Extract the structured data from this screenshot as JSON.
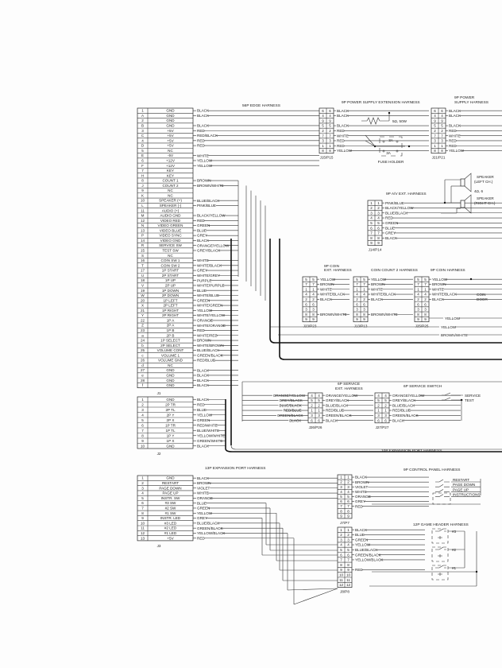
{
  "edge_harness": {
    "title": "56P EDGE HARNESS",
    "label": "J1",
    "rows": [
      [
        "1",
        "GND",
        "BLACK"
      ],
      [
        "A",
        "GND",
        "BLACK"
      ],
      [
        "2",
        "GND",
        ""
      ],
      [
        "B",
        "GND",
        "BLACK"
      ],
      [
        "3",
        "+5V",
        "RED"
      ],
      [
        "C",
        "+5V",
        "RED/BLACK"
      ],
      [
        "4",
        "+5V",
        "RED"
      ],
      [
        "D",
        "+5V",
        "RED"
      ],
      [
        "5",
        "NC",
        ""
      ],
      [
        "E",
        "-5V",
        "WHITE"
      ],
      [
        "6",
        "+12V",
        "YELLOW"
      ],
      [
        "F",
        "+12V",
        "YELLOW"
      ],
      [
        "7",
        "KEY",
        ""
      ],
      [
        "H",
        "KEY",
        ""
      ],
      [
        "8",
        "COUNT 1",
        "BROWN"
      ],
      [
        "J",
        "COUNT 2",
        "BROWN/WHITE"
      ],
      [
        "9",
        "NC",
        ""
      ],
      [
        "K",
        "NC",
        ""
      ],
      [
        "10",
        "SPEAKER (+)",
        "BLUE/BLACK"
      ],
      [
        "L",
        "SPEAKER (-)",
        "PINK/BLUE"
      ],
      [
        "11",
        "AUDIO (+)",
        ""
      ],
      [
        "M",
        "AUDIO GND",
        "BLACK/YELLOW"
      ],
      [
        "12",
        "VIDEO RED",
        "RED"
      ],
      [
        "N",
        "VIDEO GREEN",
        "GREEN"
      ],
      [
        "13",
        "VIDEO BLUE",
        "BLUE"
      ],
      [
        "P",
        "VIDEO SYNC",
        "GREY"
      ],
      [
        "14",
        "VIDEO GND",
        "BLACK"
      ],
      [
        "R",
        "SERVICE SW",
        "ORANGE/YELLOW"
      ],
      [
        "15",
        "TEST SW",
        "GREY/BLACK"
      ],
      [
        "S",
        "NC",
        ""
      ],
      [
        "16",
        "COIN SW 1",
        "WHITE"
      ],
      [
        "T",
        "COIN SW 2",
        "WHITE/BLACK"
      ],
      [
        "17",
        "1P START",
        "GREY"
      ],
      [
        "U",
        "2P START",
        "WHITE/GREY"
      ],
      [
        "18",
        "1P UP",
        "PURPLE"
      ],
      [
        "V",
        "2P UP",
        "WHITE/PURPLE"
      ],
      [
        "19",
        "1P DOWN",
        "BLUE"
      ],
      [
        "W",
        "2P DOWN",
        "WHITE/BLUE"
      ],
      [
        "20",
        "1P LEFT",
        "GREEN"
      ],
      [
        "X",
        "2P LEFT",
        "WHITE/GREEN"
      ],
      [
        "21",
        "1P RIGHT",
        "YELLOW"
      ],
      [
        "Y",
        "2P RIGHT",
        "WHITE/YELLOW"
      ],
      [
        "22",
        "1P A",
        "ORANGE"
      ],
      [
        "Z",
        "2P A",
        "WHITE/ORANGE"
      ],
      [
        "23",
        "1P B",
        "RED"
      ],
      [
        "a",
        "2P B",
        "WHITE/RED"
      ],
      [
        "24",
        "1P SELECT",
        "BROWN"
      ],
      [
        "b",
        "2P SELECT",
        "WHITE/BROWN"
      ],
      [
        "25",
        "VOLUME CONT",
        "BLUE/BLACK"
      ],
      [
        "c",
        "VOLUME 1",
        "GREEN/BLACK"
      ],
      [
        "26",
        "VOLUME GND",
        "RED/BLUE"
      ],
      [
        "d",
        "NC",
        ""
      ],
      [
        "27",
        "GND",
        "BLACK"
      ],
      [
        "e",
        "GND",
        "BLACK"
      ],
      [
        "28",
        "GND",
        "BLACK"
      ],
      [
        "f",
        "GND",
        "BLACK"
      ]
    ]
  },
  "j2": {
    "label": "J2",
    "rows": [
      [
        "1",
        "GND",
        "BLACK"
      ],
      [
        "2",
        "2P TR",
        "RED"
      ],
      [
        "3",
        "2P TL",
        "BLUE"
      ],
      [
        "4",
        "2P Y",
        "YELLOW"
      ],
      [
        "5",
        "2P X",
        "GREEN"
      ],
      [
        "6",
        "1P TR",
        "RED/WHITE"
      ],
      [
        "7",
        "1P TL",
        "BLUE/WHITE"
      ],
      [
        "8",
        "1P Y",
        "YELLOW/WHITE"
      ],
      [
        "9",
        "1P X",
        "GREEN/WHITE"
      ],
      [
        "10",
        "GND",
        "BLACK"
      ]
    ]
  },
  "j3": {
    "title": "13P EXPANSION PORT HARNESS",
    "label": "J3",
    "rows": [
      [
        "1",
        "GND",
        "BLACK"
      ],
      [
        "2",
        "RESTART",
        "BROWN"
      ],
      [
        "3",
        "PAGE DOWN",
        "VIOLET"
      ],
      [
        "4",
        "PAGE UP",
        "WHITE"
      ],
      [
        "5",
        "INSTR. SW",
        "ORANGE"
      ],
      [
        "6",
        "#3 SW",
        "BLUE"
      ],
      [
        "7",
        "#2 SW",
        "GREEN"
      ],
      [
        "8",
        "#1 SW",
        "YELLOW"
      ],
      [
        "9",
        "INSTR. LED",
        "GREY"
      ],
      [
        "10",
        "#3 LED",
        "BLUE/BLACK"
      ],
      [
        "11",
        "#2 LED",
        "GREEN/BLACK"
      ],
      [
        "12",
        "#1 LED",
        "YELLOW/BLACK"
      ],
      [
        "13",
        "+5V",
        "RED"
      ]
    ]
  },
  "connectors": {
    "j15": {
      "title": "9P POWER SUPPLY EXTENSION HARNESS",
      "label": "J15/P15",
      "pins": [
        "6",
        "4",
        "9",
        "5",
        "2",
        "7",
        "3",
        "1",
        "8"
      ],
      "wires": [
        "BLACK",
        "BLACK",
        "",
        "BLACK",
        "RED",
        "WHITE",
        "RED",
        "RED",
        "YELLOW"
      ]
    },
    "j21": {
      "title": "9P POWER SUPPLY HARNESS",
      "label": "J21/P21",
      "pins": [
        "6",
        "4",
        "9",
        "5",
        "2",
        "7",
        "3",
        "1",
        "8"
      ],
      "wires": [
        "BLACK",
        "BLACK",
        "",
        "BLACK",
        "RED",
        "WHITE",
        "RED",
        "RED",
        "YELLOW"
      ]
    },
    "j14": {
      "title": "9P A/V EXT. HARNESS",
      "label": "J14/P14",
      "pins": [
        "1",
        "2",
        "3",
        "4",
        "5",
        "6",
        "7",
        "8",
        "9"
      ],
      "wires": [
        "PINK/BLUE",
        "BLACK/YELLOW",
        "BLUE/BLACK",
        "RED",
        "GREEN",
        "BLUE",
        "GREY",
        "BLACK",
        ""
      ]
    },
    "j23": {
      "title": "9P COIN EXT. HARNESS",
      "label": "J23/P23",
      "pins": [
        "5",
        "7",
        "1",
        "4",
        "2",
        "6",
        "3",
        "8",
        "9"
      ],
      "wires": [
        "YELLOW",
        "BROWN",
        "WHITE",
        "WHITE/BLACK",
        "BLACK",
        "",
        "",
        "BROWN/WHITE",
        ""
      ]
    },
    "j13": {
      "title": "COIN COUNT 2 HARNESS",
      "label": "J13/P13",
      "pins": [
        "5",
        "7",
        "1",
        "4",
        "2",
        "6",
        "3",
        "8",
        "9"
      ],
      "wires": [
        "YELLOW",
        "BROWN",
        "WHITE",
        "WHITE/BLACK",
        "BLACK",
        "",
        "",
        "BROWN/WHITE",
        ""
      ]
    },
    "j25": {
      "title": "9P COIN HARNESS",
      "label": "J25/P25",
      "pins": [
        "5",
        "7",
        "1",
        "4",
        "2",
        "6",
        "3",
        "8",
        "9"
      ],
      "wires": [
        "YELLOW",
        "BROWN",
        "WHITE",
        "WHITE/BLACK",
        "BLACK",
        "",
        "",
        "",
        ""
      ]
    },
    "j26": {
      "title": "6P SERVICE EXT. HARNESS",
      "label": "J26/P26",
      "pins": [
        "4",
        "5",
        "2",
        "1",
        "3",
        "6"
      ],
      "wires": [
        "ORANGE/YELLOW",
        "GREY/BLACK",
        "BLUE/BLACK",
        "RED/BLUE",
        "GREEN/BLACK",
        "BLACK"
      ],
      "left_wires": [
        "ORANGE/YELLOW",
        "GREY/BLACK",
        "BLUE/BLACK",
        "RED/BLUE",
        "GREEN/BLACK",
        "BLACK"
      ]
    },
    "j27": {
      "title": "6P SERVICE SWITCH",
      "label": "J27/P27",
      "pins": [
        "4",
        "5",
        "2",
        "1",
        "3",
        "6"
      ],
      "wires": [
        "ORANGE/YELLOW",
        "GREY/BLACK",
        "BLUE/BLACK",
        "RED/BLUE",
        "GREEN/BLACK",
        "BLACK"
      ]
    },
    "j7": {
      "title": "9P CONTROL PANEL HARNESS",
      "label": "J7/P7",
      "pins": [
        "1",
        "2",
        "3",
        "4",
        "5",
        "6",
        "7",
        "8",
        "9"
      ],
      "wires": [
        "BLACK",
        "BROWN",
        "VIOLET",
        "WHITE",
        "ORANGE",
        "GREY",
        "RED",
        "",
        ""
      ]
    },
    "j8": {
      "title": "12P GAME HEADER HARNESS",
      "label": "J8/P8",
      "pins": [
        "1",
        "2",
        "3",
        "4",
        "5",
        "6",
        "7",
        "8",
        "9",
        "10",
        "11",
        "12"
      ],
      "wires": [
        "BLACK",
        "BLUE",
        "GREEN",
        "YELLOW",
        "BLUE/BLACK",
        "GREEN/BLACK",
        "YELLOW/BLACK",
        "",
        "RED",
        "",
        "",
        ""
      ]
    }
  },
  "annotations": {
    "resistor": "5Ω, 50W",
    "fuse_holder": "FUSE HOLDER",
    "fuse_a": "3A",
    "fuse_b": "3A",
    "speaker_left": "SPEAKER",
    "speaker_left_ch": "(LEFT CH.)",
    "speaker_spec": "4Ω, 6",
    "speaker_right": "SPEAKER",
    "speaker_right_ch": "(RIGHT CH.)",
    "coin_door": "COIN",
    "coin_door2": "DOOR",
    "coin_yellow1": "YELLOW",
    "coin_yellow2": "YELLOW",
    "coin_brown_white": "BROWN/WHITE",
    "service": "SERVICE",
    "test": "TEST",
    "expansion_10p": "10P EXPANSION PORT HARNESS",
    "cp_buttons": [
      "RESTART",
      "PAGE DOWN",
      "PAGE UP",
      "INSTRUCTIONS"
    ],
    "game_buttons": [
      "#3",
      "#2",
      "#1"
    ]
  }
}
